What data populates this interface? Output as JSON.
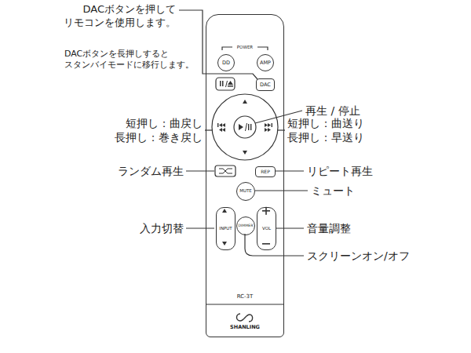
{
  "diagram": {
    "nodes": [
      {
        "text": [
          "POWER",
          "RC-3T",
          "SHANLING"
        ]
      },
      {
        "text": [
          "DD"
        ],
        "in": 0
      },
      {
        "text": [
          "AMP"
        ],
        "in": 0
      },
      {
        "text": [
          "DAC"
        ],
        "in": 0
      },
      {
        "text": [
          "REP"
        ],
        "in": 0
      },
      {
        "text": [
          "MUTE"
        ],
        "in": 0
      },
      {
        "text": [
          "INPUT"
        ],
        "in": 0
      },
      {
        "text": [
          "DIMMER"
        ],
        "in": 0
      },
      {
        "text": [
          "VOL"
        ],
        "in": 0
      }
    ],
    "labels": [
      "DACボタンを押して リモコンを使用します。",
      "DACボタンを長押しすると スタンバイモードに移行します。",
      "再生 / 停止",
      "短押し：曲戻し 長押し：巻き戻し",
      "短押し：曲送り 長押し：早送り",
      "ランダム再生",
      "リピート再生",
      "ミュート",
      "入力切替",
      "音量調整",
      "スクリーンオン/オフ"
    ]
  }
}
